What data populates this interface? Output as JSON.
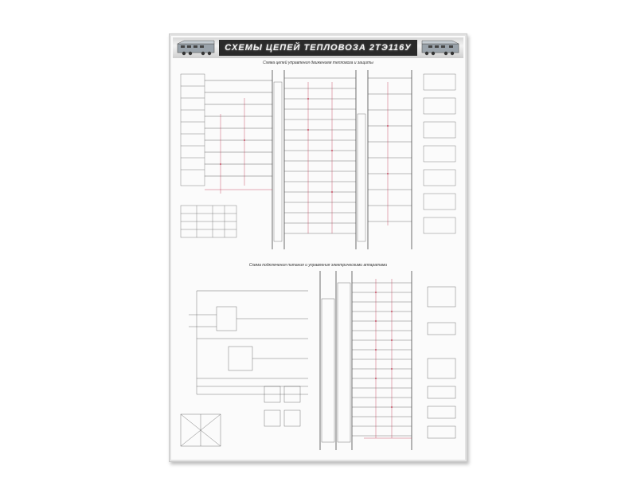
{
  "poster": {
    "title": "СХЕМЫ ЦЕПЕЙ ТЕПЛОВОЗА 2ТЭ116У",
    "section1_title": "Схема цепей управления движением тепловоза и защиты",
    "section2_title": "Схема подключения питания и управления электрическими аппаратами"
  },
  "colors": {
    "wire_main": "#444444",
    "wire_accent": "#c0304a",
    "banner_dark": "#2a2a2a"
  },
  "icons": [
    "locomotive-icon-left",
    "locomotive-icon-right"
  ]
}
